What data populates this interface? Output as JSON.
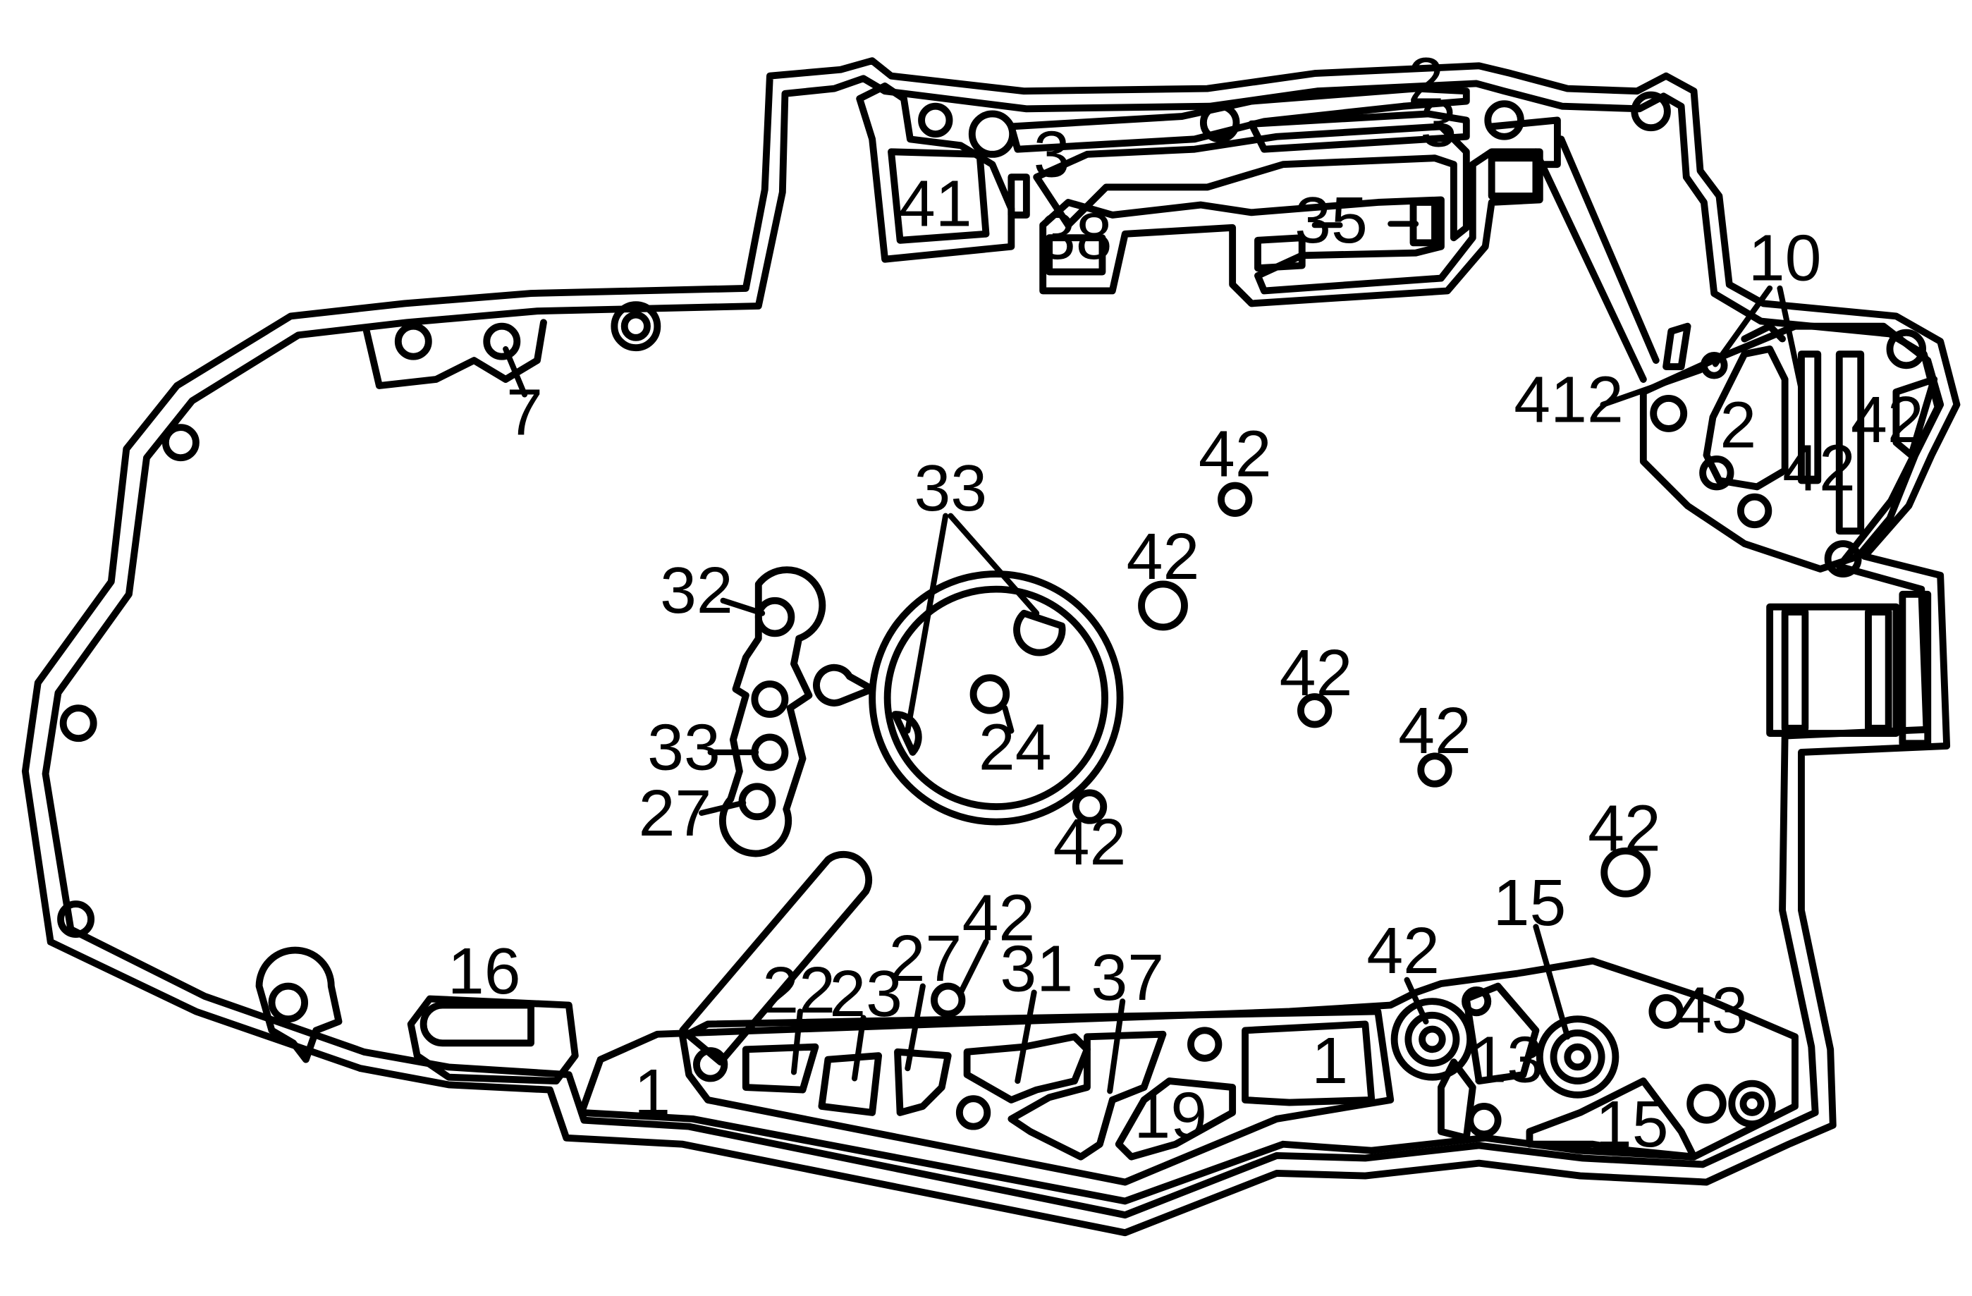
{
  "diagram": {
    "labels": {
      "l2a": "2",
      "l3a": "3",
      "l3b": "3",
      "l41": "41",
      "l38": "38",
      "l35": "35",
      "l10": "10",
      "l412": "412",
      "l2b": "2",
      "l42a": "42",
      "l42b": "42",
      "l7": "7",
      "l33top": "33",
      "l42c": "42",
      "l42d": "42",
      "l32": "32",
      "l33mid": "33",
      "l27a": "27",
      "l24": "24",
      "l42e": "42",
      "l42f": "42",
      "l42g": "42",
      "l42h": "42",
      "l42i": "42",
      "l42j": "42",
      "l15a": "15",
      "l16": "16",
      "l22": "22",
      "l23": "23",
      "l27b": "27",
      "l31": "31",
      "l37": "37",
      "l43": "43",
      "l1a": "1",
      "l1b": "1",
      "l13": "13",
      "l19": "19",
      "l15b": "15"
    }
  }
}
